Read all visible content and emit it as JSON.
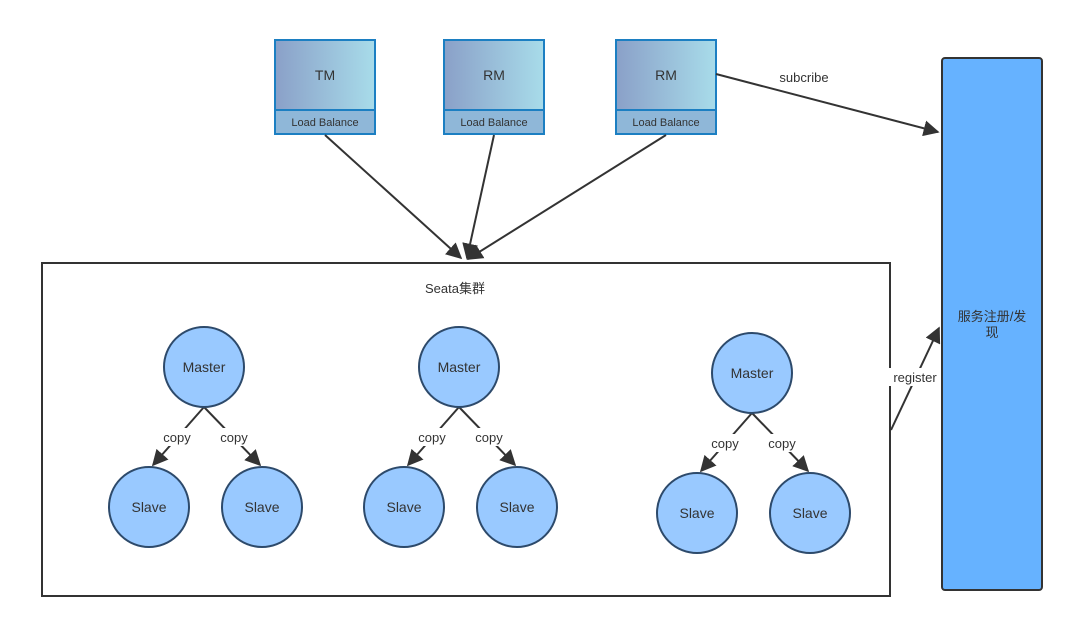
{
  "clients": [
    {
      "role": "TM",
      "sub": "Load Balance"
    },
    {
      "role": "RM",
      "sub": "Load Balance"
    },
    {
      "role": "RM",
      "sub": "Load Balance"
    }
  ],
  "cluster": {
    "title": "Seata集群",
    "groups": [
      {
        "master": "Master",
        "slaves": [
          "Slave",
          "Slave"
        ],
        "edge_labels": [
          "copy",
          "copy"
        ]
      },
      {
        "master": "Master",
        "slaves": [
          "Slave",
          "Slave"
        ],
        "edge_labels": [
          "copy",
          "copy"
        ]
      },
      {
        "master": "Master",
        "slaves": [
          "Slave",
          "Slave"
        ],
        "edge_labels": [
          "copy",
          "copy"
        ]
      }
    ]
  },
  "registry": {
    "label_line1": "服务注册/发",
    "label_line2": "现"
  },
  "edges": {
    "subscribe": "subcribe",
    "register": "register"
  },
  "colors": {
    "client_grad_start": "#8aa0c8",
    "client_grad_end": "#a8dcea",
    "client_border": "#1c7fc2",
    "client_footer": "#8fb7d8",
    "node_fill": "#99c9ff",
    "node_stroke": "#2d4a6b",
    "registry_fill": "#66b2ff",
    "registry_stroke": "#333333",
    "line": "#333333"
  }
}
